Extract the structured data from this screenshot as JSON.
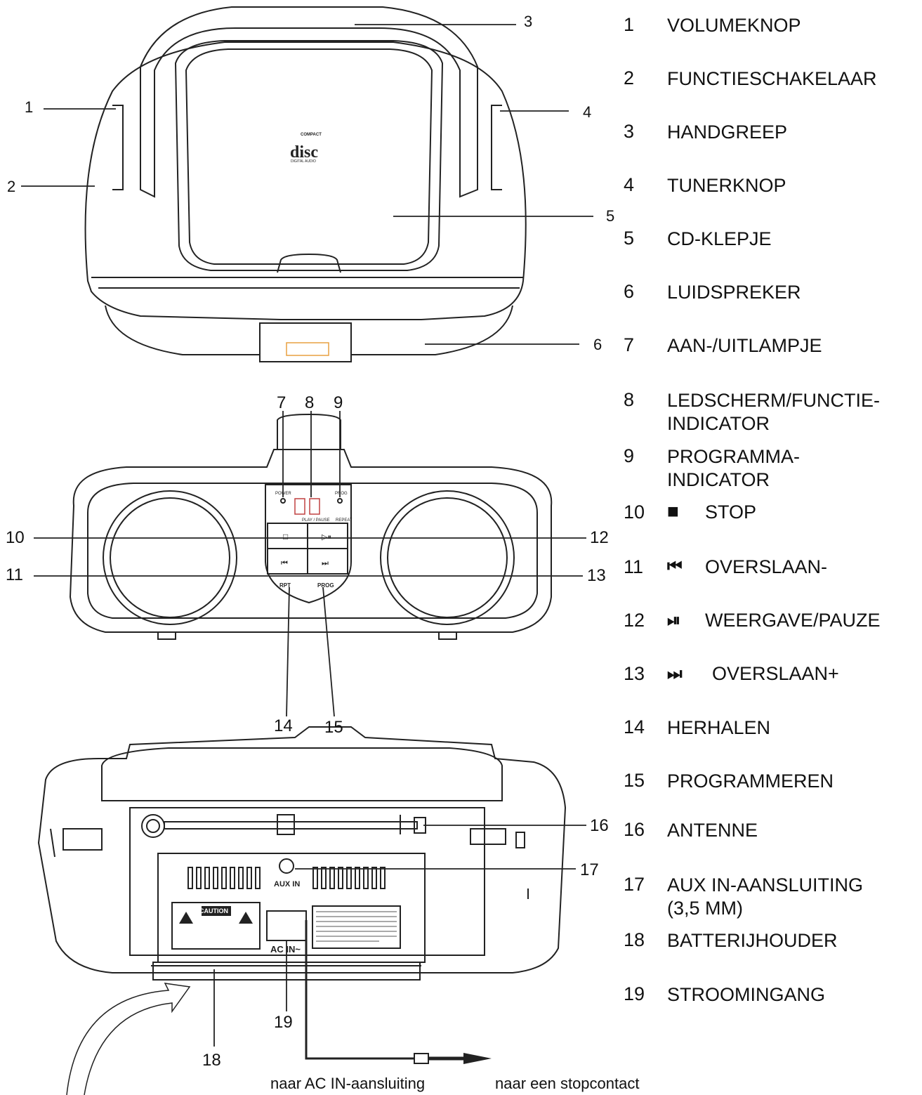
{
  "callouts": {
    "c1": "1",
    "c2": "2",
    "c3": "3",
    "c4": "4",
    "c5": "5",
    "c6": "6",
    "c7": "7",
    "c8": "8",
    "c9": "9",
    "c10": "10",
    "c11": "11",
    "c12": "12",
    "c13": "13",
    "c14": "14",
    "c15": "15",
    "c16": "16",
    "c17": "17",
    "c18": "18",
    "c19": "19"
  },
  "legend": [
    {
      "num": "1",
      "text": "VOLUMEKNOP"
    },
    {
      "num": "2",
      "text": "FUNCTIESCHAKELAAR"
    },
    {
      "num": "3",
      "text": "HANDGREEP"
    },
    {
      "num": "4",
      "text": "TUNERKNOP"
    },
    {
      "num": "5",
      "text": "CD-KLEPJE"
    },
    {
      "num": "6",
      "text": "LUIDSPREKER"
    },
    {
      "num": "7",
      "text": "AAN-/UITLAMPJE"
    },
    {
      "num": "8",
      "text": "LEDSCHERM/FUNCTIE-\nINDICATOR"
    },
    {
      "num": "9",
      "text": "PROGRAMMA-\nINDICATOR"
    },
    {
      "num": "10",
      "icon": "stop-icon",
      "text": "STOP"
    },
    {
      "num": "11",
      "icon": "skip-back-icon",
      "text": "OVERSLAAN-"
    },
    {
      "num": "12",
      "icon": "play-pause-icon",
      "text": "WEERGAVE/PAUZE"
    },
    {
      "num": "13",
      "icon": "skip-forward-icon",
      "text": "OVERSLAAN+"
    },
    {
      "num": "14",
      "text": "HERHALEN"
    },
    {
      "num": "15",
      "text": "PROGRAMMEREN"
    },
    {
      "num": "16",
      "text": "ANTENNE"
    },
    {
      "num": "17",
      "text": "AUX IN-AANSLUITING\n(3,5 MM)"
    },
    {
      "num": "18",
      "text": "BATTERIJHOUDER"
    },
    {
      "num": "19",
      "text": "STROOMINGANG"
    }
  ],
  "device_labels": {
    "cd_logo_top": "COMPACT",
    "cd_logo_main": "disc",
    "cd_logo_bottom": "DIGITAL AUDIO",
    "power": "POWER",
    "prog": "PROG",
    "play_pause": "PLAY / PAUSE",
    "repeat": "REPEAT",
    "rpt_button": "RPT",
    "prog_button": "PROG",
    "aux_in": "AUX IN",
    "ac_in": "AC IN~",
    "caution": "CAUTION"
  },
  "captions": {
    "left": "naar AC IN-aansluiting",
    "right": "naar een stopcontact"
  }
}
